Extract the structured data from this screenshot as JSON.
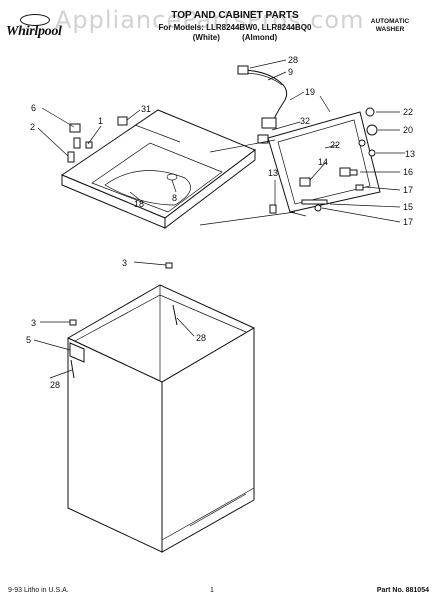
{
  "header": {
    "brand": "Whirlpool",
    "title": "TOP AND CABINET PARTS",
    "models": "For Models: LLR8244BW0, LLR8244BQ0",
    "variant_white": "(White)",
    "variant_almond": "(Almond)",
    "product_line1": "AUTOMATIC",
    "product_line2": "WASHER",
    "watermark": "AppliancePartsPros.com"
  },
  "callouts": {
    "c1": "1",
    "c2": "2",
    "c3a": "3",
    "c3b": "3",
    "c5": "5",
    "c6": "6",
    "c8": "8",
    "c9": "9",
    "c13a": "13",
    "c13b": "13",
    "c14": "14",
    "c15": "15",
    "c16": "16",
    "c17a": "17",
    "c17b": "17",
    "c18": "18",
    "c19": "19",
    "c20": "20",
    "c22a": "22",
    "c22b": "22",
    "c28a": "28",
    "c28b": "28",
    "c28c": "28",
    "c31": "31",
    "c32": "32"
  },
  "footer": {
    "print_info": "9-93 Litho in U.S.A.",
    "page": "1",
    "part_no": "Part No. 881054"
  }
}
